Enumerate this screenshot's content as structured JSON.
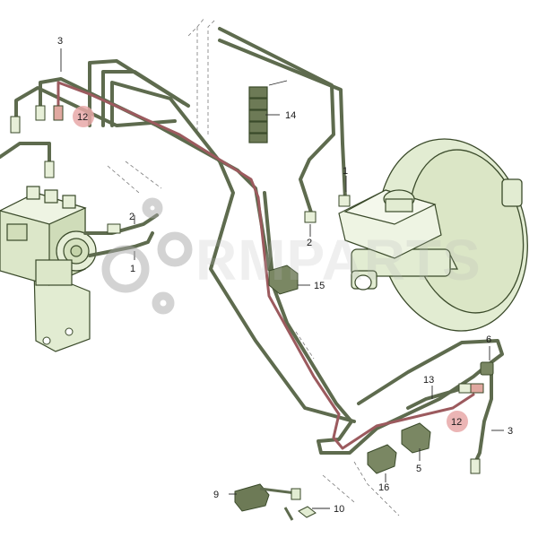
{
  "diagram": {
    "callouts": {
      "c3_top": "3",
      "c12_left": "12",
      "c14": "14",
      "c1_upper": "1",
      "c2_left": "2",
      "c2_center": "2",
      "c1_left": "1",
      "c15": "15",
      "c6": "6",
      "c13": "13",
      "c12_right": "12",
      "c3_right": "3",
      "c5": "5",
      "c16": "16",
      "c9": "9",
      "c10": "10"
    },
    "colors": {
      "part_fill": "#e2ecd2",
      "part_stroke": "#3a4a2a",
      "brake_line": "#5e6b4e",
      "brake_line_highlight": "#9c5a5e",
      "highlight_badge": "#e7a8a8",
      "watermark": "#b8b8b8"
    }
  }
}
